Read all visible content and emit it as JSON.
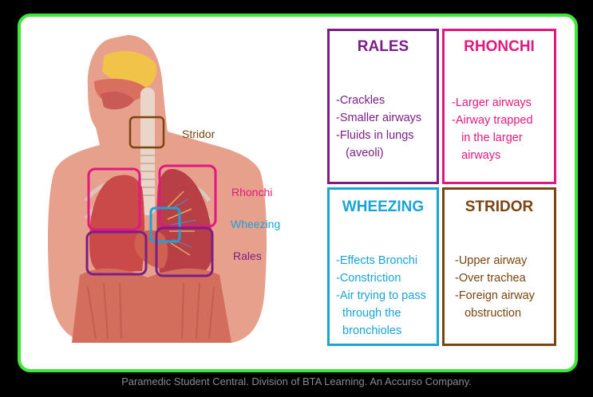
{
  "labels": {
    "stridor": "Stridor",
    "rhonchi": "Rhonchi",
    "wheezing": "Wheezing",
    "rales": "Rales"
  },
  "cards": {
    "rales": {
      "title": "RALES",
      "lines": [
        "-Crackles",
        "-Smaller airways",
        "-Fluids in lungs",
        "   (aveoli)"
      ]
    },
    "rhonchi": {
      "title": "RHONCHI",
      "lines": [
        "-Larger airways",
        "-Airway trapped",
        "   in the larger",
        "   airways"
      ]
    },
    "wheezing": {
      "title": "WHEEZING",
      "lines": [
        "-Effects Bronchi",
        "-Constriction",
        "-Air trying to pass",
        "  through the",
        "  bronchioles"
      ]
    },
    "stridor": {
      "title": "STRIDOR",
      "lines": [
        "-Upper airway",
        "-Over trachea",
        "-Foreign airway",
        "   obstruction"
      ]
    }
  },
  "colors": {
    "rales": "#7b1f86",
    "rhonchi": "#e0197f",
    "wheezing": "#1aa3d9",
    "stridor": "#7a4511",
    "frame": "#3ee83a"
  },
  "footer": "Paramedic Student Central. Division of BTA Learning. An Accurso Company."
}
